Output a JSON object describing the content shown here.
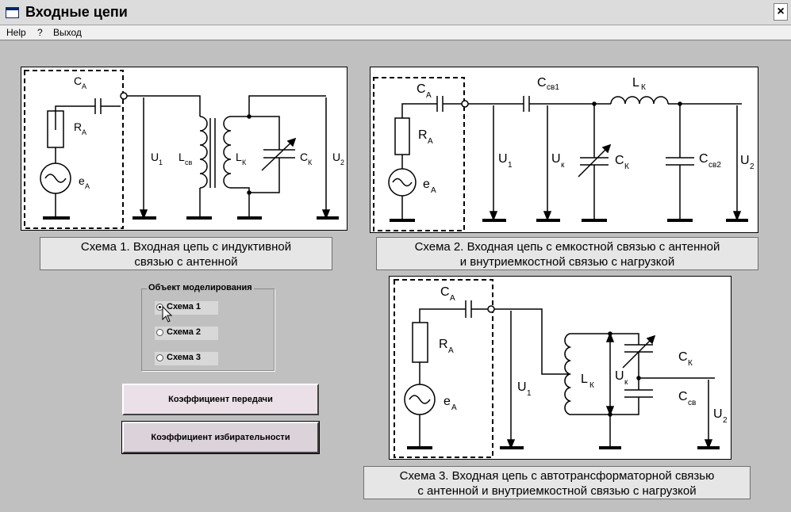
{
  "window": {
    "title": "Входные цепи",
    "close_glyph": "×"
  },
  "menu": [
    "Help",
    "?",
    "Выход"
  ],
  "schemes": {
    "s1": {
      "caption": [
        "Схема 1. Входная цепь с индуктивной",
        "связью с антенной"
      ],
      "labels": {
        "ca": "C",
        "ca_sub": "A",
        "ra": "R",
        "ra_sub": "A",
        "ea": "e",
        "ea_sub": "A",
        "u1": "U",
        "u1_sub": "1",
        "lsv": "L",
        "lsv_sub": "св",
        "lk": "L",
        "lk_sub": "К",
        "ck": "C",
        "ck_sub": "К",
        "u2": "U",
        "u2_sub": "2"
      }
    },
    "s2": {
      "caption": [
        "Схема 2. Входная цепь с емкостной связью с антенной",
        "и внутриемкостной связью с нагрузкой"
      ],
      "labels": {
        "ca": "C",
        "ca_sub": "A",
        "ra": "R",
        "ra_sub": "A",
        "ea": "e",
        "ea_sub": "A",
        "csv1": "C",
        "csv1_sub": "св1",
        "lk": "L",
        "lk_sub": "К",
        "u1": "U",
        "u1_sub": "1",
        "uk": "U",
        "uk_sub": "к",
        "ck": "C",
        "ck_sub": "К",
        "csv2": "C",
        "csv2_sub": "св2",
        "u2": "U",
        "u2_sub": "2"
      }
    },
    "s3": {
      "caption": [
        "Схема 3. Входная цепь с автотрансформаторной связью",
        "с антенной и внутриемкостной связью с нагрузкой"
      ],
      "labels": {
        "ca": "C",
        "ca_sub": "A",
        "ra": "R",
        "ra_sub": "A",
        "ea": "e",
        "ea_sub": "A",
        "u1": "U",
        "u1_sub": "1",
        "lk": "L",
        "lk_sub": "К",
        "uk": "U",
        "uk_sub": "к",
        "ck": "C",
        "ck_sub": "К",
        "csv": "C",
        "csv_sub": "св",
        "u2": "U",
        "u2_sub": "2"
      }
    }
  },
  "model_object": {
    "label": "Объект моделирования",
    "options": [
      "Схема 1",
      "Схема 2",
      "Схема 3"
    ],
    "selected": "Схема 1"
  },
  "buttons": {
    "transfer": "Коэффициент передачи",
    "selectivity": "Коэффициент избирательности"
  },
  "icons": {
    "app": "window-icon",
    "close": "close-icon",
    "cursor": "mouse-pointer-icon"
  }
}
